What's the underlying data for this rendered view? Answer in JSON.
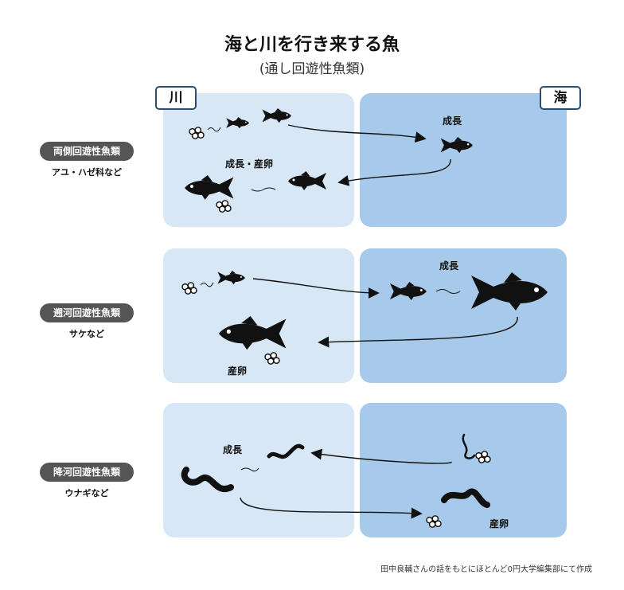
{
  "title": "海と川を行き来する魚",
  "subtitle": "(通し回遊性魚類)",
  "zones": {
    "river": "川",
    "sea": "海"
  },
  "rows": [
    {
      "category": "両側回遊性魚類",
      "examples": "アユ・ハゼ科など",
      "labels": [
        "成長",
        "成長・産卵"
      ]
    },
    {
      "category": "遡河回遊性魚類",
      "examples": "サケなど",
      "labels": [
        "成長",
        "産卵"
      ]
    },
    {
      "category": "降河回遊性魚類",
      "examples": "ウナギなど",
      "labels": [
        "成長",
        "産卵"
      ]
    }
  ],
  "credit": "田中良輔さんの話をもとにほとんど0円大学編集部にて作成",
  "colors": {
    "river": "#d8e7f6",
    "sea": "#a7c9ea",
    "pill": "#555555"
  }
}
